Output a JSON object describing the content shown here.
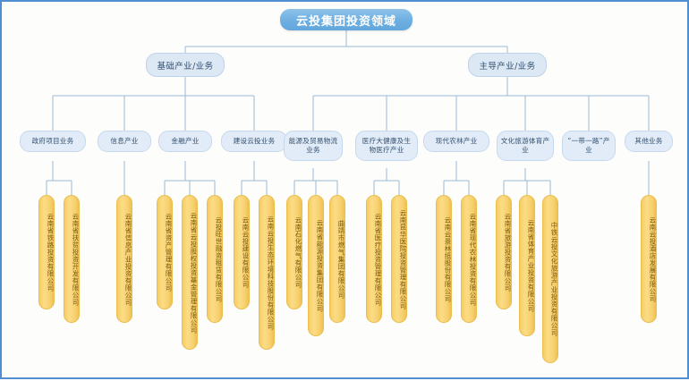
{
  "diagram": {
    "title": "云投集团投资领域",
    "accent_blue": "#63a6db",
    "line_color": "#9cb9d6",
    "leaf_yellow": "#f6cd63",
    "branches": [
      {
        "label": "基础产业/业务",
        "children": [
          {
            "label": "政府项目业务",
            "leaves": [
              "云南省铁路投资有限公司",
              "云南省扶贫投资开发有限公司"
            ]
          },
          {
            "label": "信息产业",
            "leaves": [
              "云南省信息产业投资有限公司"
            ]
          },
          {
            "label": "金融产业",
            "leaves": [
              "云南省资产管理有限公司",
              "云南省云投股权投资基金管理有限公司",
              "云投旺世融资租赁有限公司"
            ]
          },
          {
            "label": "建设云投业务",
            "leaves": [
              "云南云投建设有限公司",
              "云南云投生态环境科技股份有限公司"
            ]
          }
        ]
      },
      {
        "label": "主导产业/业务",
        "children": [
          {
            "label": "能源及贸易物流业务",
            "leaves": [
              "云南石化燃气有限公司",
              "云南省能源投资集团有限公司",
              "曲靖市燃气集团有限公司"
            ]
          },
          {
            "label": "医疗大健康及生物医疗产业",
            "leaves": [
              "云南省医疗投资管理有限公司",
              "云南昆华医院投资管理有限公司"
            ]
          },
          {
            "label": "现代农林产业",
            "leaves": [
              "云南云景林纸股份有限公司",
              "云南省现代农林投资有限公司"
            ]
          },
          {
            "label": "文化旅游体育产业",
            "leaves": [
              "云南省旅游投资有限公司",
              "云南省体育产业投资有限公司",
              "中铁云投文化旅游产业投资有限公司"
            ]
          },
          {
            "label": "“一带一路”产业",
            "leaves": []
          },
          {
            "label": "其他业务",
            "leaves": [
              "云南云投酒店发展有限公司"
            ]
          }
        ]
      }
    ]
  }
}
